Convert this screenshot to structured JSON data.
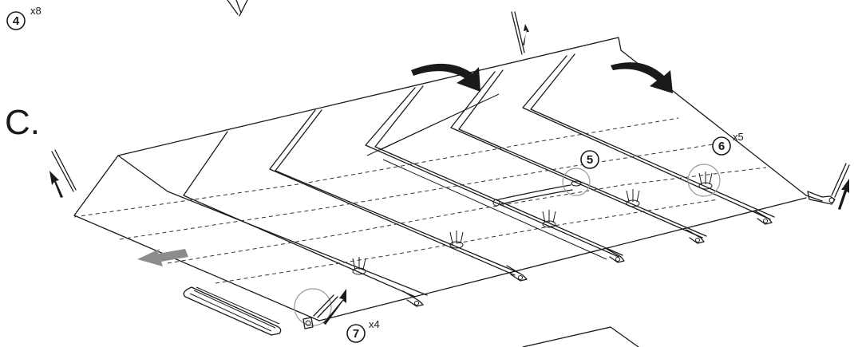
{
  "step_label": "C.",
  "callouts": [
    {
      "id": "4",
      "quantity": "x8"
    },
    {
      "id": "5",
      "quantity": ""
    },
    {
      "id": "6",
      "quantity": "x5"
    },
    {
      "id": "7",
      "quantity": "x4"
    }
  ],
  "colors": {
    "line": "#1a1a1a",
    "push_arrow": "#8c8c8c",
    "magnifier": "#9a9a9a"
  }
}
